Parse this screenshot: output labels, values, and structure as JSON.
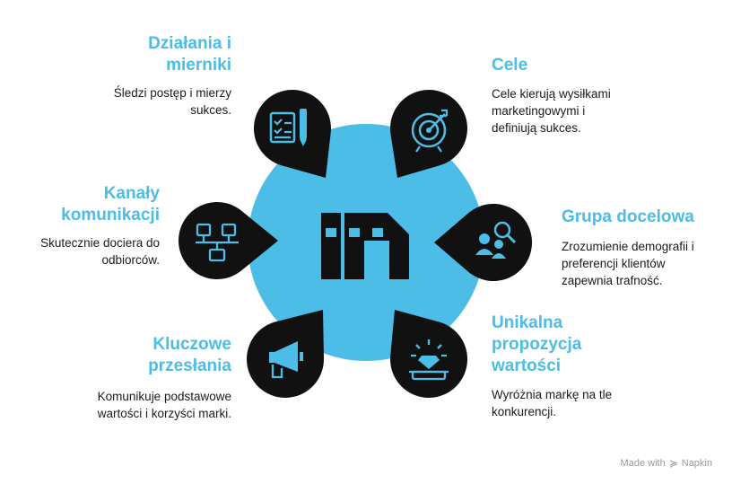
{
  "nodes": [
    {
      "id": "actions",
      "title": "Działania i mierniki",
      "description": "Śledzi postęp i mierzy sukces.",
      "icon": "checklist-icon"
    },
    {
      "id": "goals",
      "title": "Cele",
      "description": "Cele kierują wysiłkami marketingowymi i definiują sukces.",
      "icon": "target-icon"
    },
    {
      "id": "channels",
      "title": "Kanały komunikacji",
      "description": "Skutecznie dociera do odbiorców.",
      "icon": "network-icon"
    },
    {
      "id": "audience",
      "title": "Grupa docelowa",
      "description": "Zrozumienie demografii i preferencji klientów zapewnia trafność.",
      "icon": "people-search-icon"
    },
    {
      "id": "messages",
      "title": "Kluczowe przesłania",
      "description": "Komunikuje podstawowe wartości i korzyści marki.",
      "icon": "megaphone-icon"
    },
    {
      "id": "usp",
      "title": "Unikalna propozycja wartości",
      "description": "Wyróżnia markę na tle konkurencji.",
      "icon": "diamond-icon"
    }
  ],
  "center": {
    "icon": "brand-logo-icon"
  },
  "footer": {
    "made_with": "Made with",
    "brand": "Napkin"
  },
  "colors": {
    "accent": "#4bbde6",
    "dark": "#111111",
    "text": "#1a1a1a"
  }
}
